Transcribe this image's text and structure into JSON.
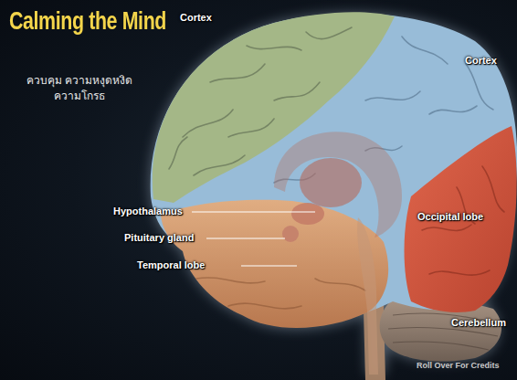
{
  "diagram": {
    "title": "Calming the Mind",
    "labels": [
      "Cortex",
      "Cortex",
      "ควบคุม ความหงุดหงิด ความโกรธ",
      "Hypothalamus",
      "Pituitary gland",
      "Temporal lobe",
      "Occipital lobe",
      "Cerebellum",
      "Roll Over For Credits"
    ]
  }
}
